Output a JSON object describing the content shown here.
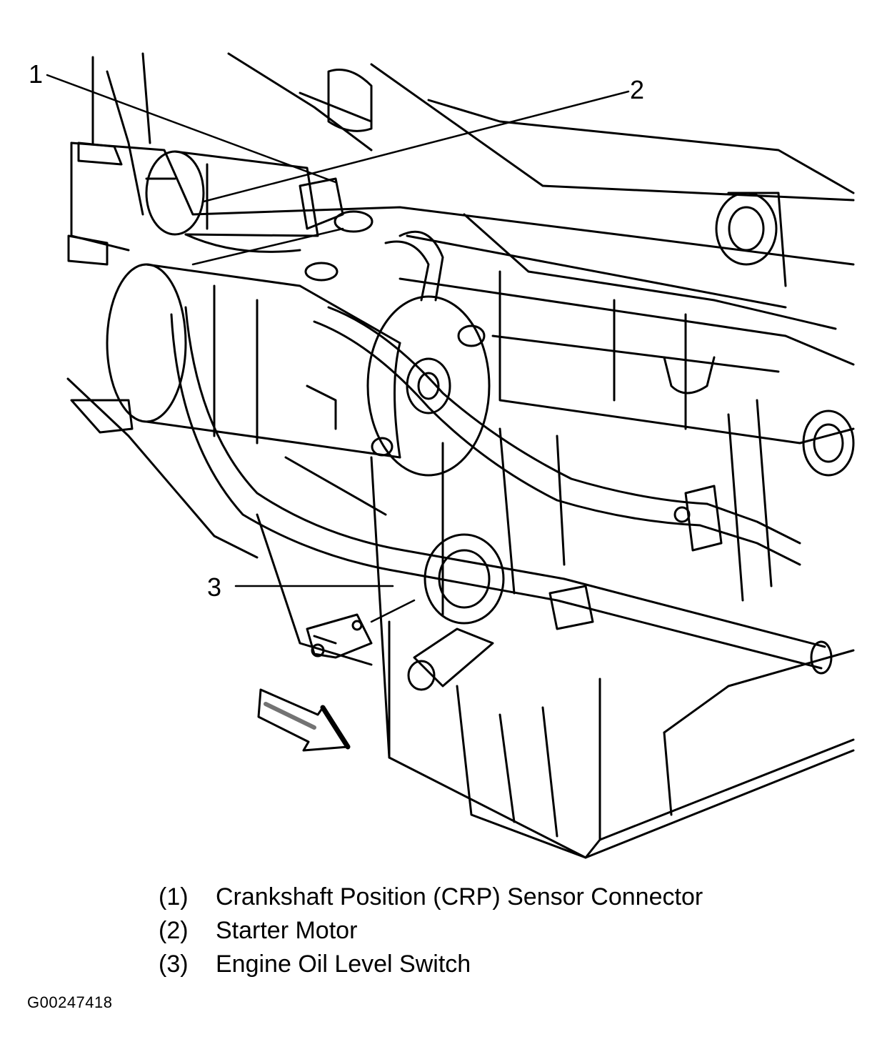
{
  "callouts": [
    {
      "number": "1",
      "label": "Crankshaft Position (CRP) Sensor Connector"
    },
    {
      "number": "2",
      "label": "Starter Motor"
    },
    {
      "number": "3",
      "label": "Engine Oil Level Switch"
    }
  ],
  "legend": [
    {
      "num": "(1)",
      "text": "Crankshaft Position (CRP) Sensor Connector"
    },
    {
      "num": "(2)",
      "text": "Starter Motor"
    },
    {
      "num": "(3)",
      "text": "Engine Oil Level Switch"
    }
  ],
  "figure_id": "G00247418",
  "colors": {
    "ink": "#000000",
    "paper": "#ffffff"
  }
}
